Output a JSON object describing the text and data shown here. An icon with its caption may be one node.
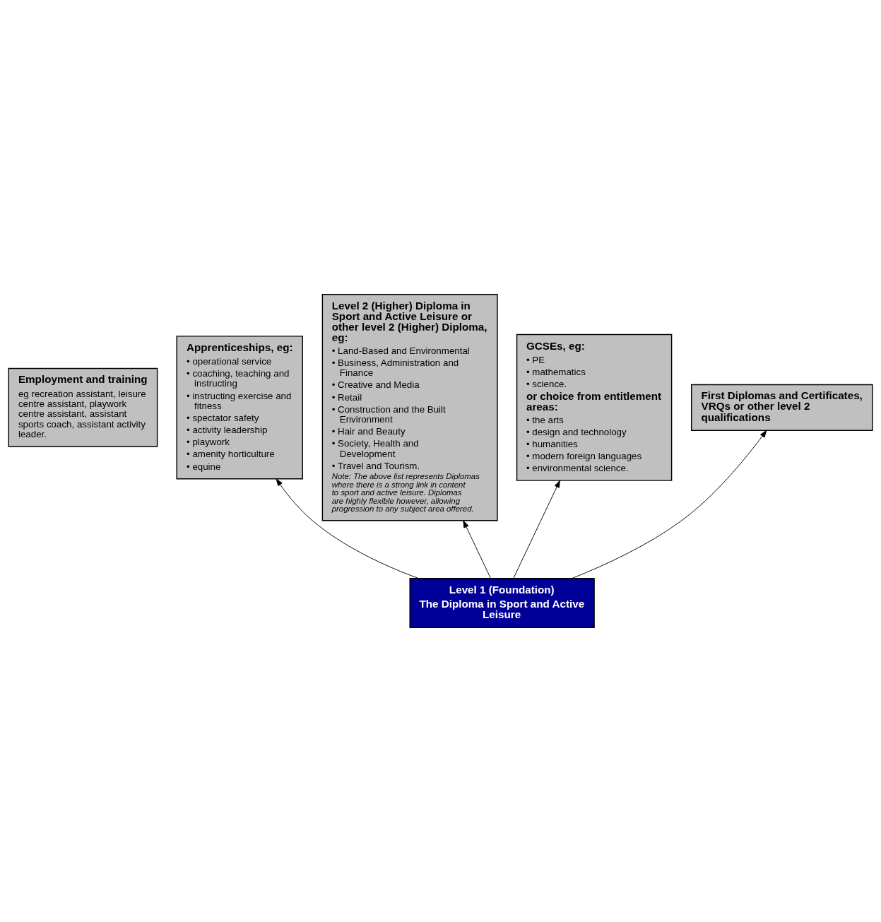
{
  "diagram": {
    "nodes": [
      {
        "text": [
          "Employment and training",
          "eg recreation assistant, leisure centre assistant, playwork centre assistant, assistant sports coach, assistant activity leader."
        ]
      },
      {
        "text": [
          "Apprenticeships, eg:",
          "• operational service",
          "• coaching, teaching and instructing",
          "• instructing exercise and fitness",
          "• spectator safety",
          "• activity leadership",
          "• playwork",
          "• amenity horticulture",
          "• equine"
        ]
      },
      {
        "text": [
          "Level 2 (Higher) Diploma in Sport and Active Leisure or other level 2 (Higher) Diploma, eg:",
          "• Land-Based and Environmental",
          "• Business, Administration and Finance",
          "• Creative and Media",
          "• Retail",
          "• Construction and the Built Environment",
          "• Hair and Beauty",
          "• Society, Health and Development",
          "• Travel and Tourism.",
          "Note: The above list represents Diplomas where there is a strong link in content to sport and active leisure. Diplomas are highly flexible however, allowing progression to any subject area offered."
        ]
      },
      {
        "text": [
          "GCSEs, eg:",
          "• PE",
          "• mathematics",
          "• science.",
          "or choice from entitlement areas:",
          "• the arts",
          "• design and technology",
          "• humanities",
          "• modern foreign languages",
          "• environmental science."
        ]
      },
      {
        "text": [
          "First Diplomas and Certificates, VRQs or other level 2 qualifications"
        ]
      },
      {
        "text": [
          "Level 1 (Foundation)",
          "The Diploma in Sport and Active Leisure"
        ]
      }
    ],
    "edges": [
      {
        "from": 5,
        "to": 4,
        "arrow": "to"
      },
      {
        "from": 5,
        "to": 1,
        "arrow": "to"
      },
      {
        "from": 5,
        "to": 2,
        "arrow": "to"
      },
      {
        "from": 5,
        "to": 3,
        "arrow": "to"
      }
    ]
  }
}
